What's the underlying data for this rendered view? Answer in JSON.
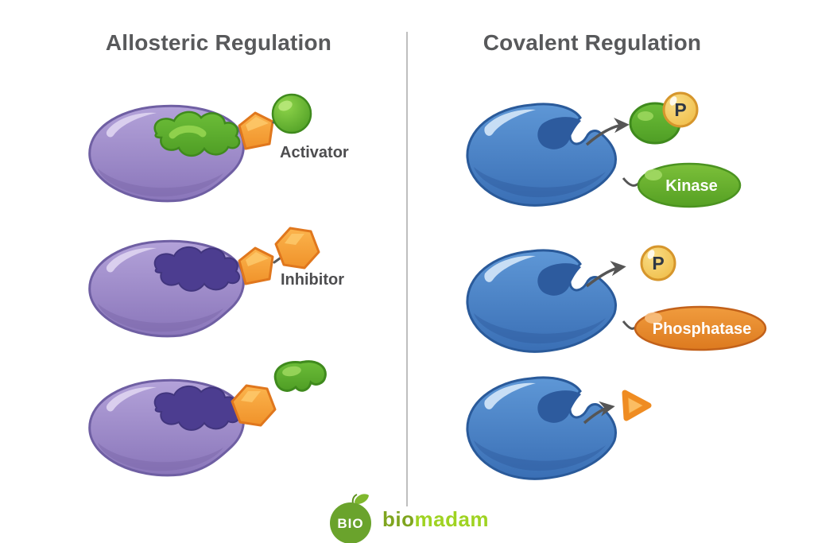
{
  "titles": {
    "left": "Allosteric Regulation",
    "right": "Covalent Regulation"
  },
  "allosteric": {
    "activator_label": "Activator",
    "inhibitor_label": "Inhibitor"
  },
  "covalent": {
    "kinase_label": "Kinase",
    "phosphatase_label": "Phosphatase",
    "phosphate_badge": "P"
  },
  "logo": {
    "badge_text": "BIO",
    "brand_bio": "bio",
    "brand_madam": "madam"
  },
  "colors": {
    "title_text": "#58595b",
    "label_text": "#4d4d4f",
    "enzyme_purple": "#9b87c7",
    "active_site_purple": "#4c3d90",
    "enzyme_blue": "#4579bd",
    "enzyme_blue_dark": "#2d5b9e",
    "substrate_green": "#5caf2e",
    "regulator_orange": "#f59e2e",
    "phosphate_yellow": "#f3c14b",
    "kinase_green": "#6cb32f",
    "phosphatase_orange": "#e8872e",
    "arrow_gray": "#555555",
    "divider_gray": "#bfbfbf",
    "brand_green_dark": "#7fa51f",
    "brand_green_light": "#9fd322"
  }
}
